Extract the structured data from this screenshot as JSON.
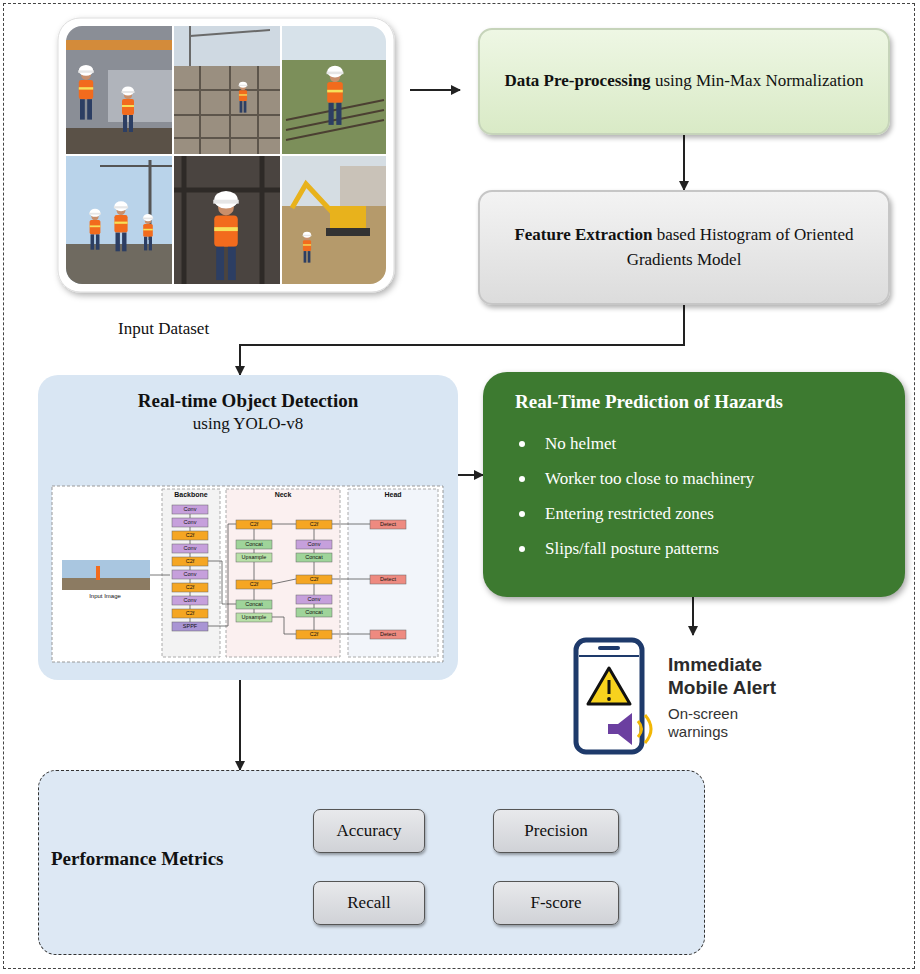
{
  "diagram": {
    "nodes": [
      {
        "text": [
          "Data Pre-processing",
          "using Min-Max Normalization"
        ]
      },
      {
        "text": [
          "Feature Extraction",
          "based Histogram of Oriented Gradients Model"
        ]
      },
      {
        "text": [
          "Real-time Object Detection",
          "using YOLO-v8"
        ]
      },
      {
        "text": [
          "Real-Time Prediction of Hazards",
          "No helmet",
          "Worker too close to machinery",
          "Entering restricted zones",
          "Slips/fall posture patterns"
        ]
      },
      {
        "text": [
          "Immediate Mobile Alert",
          "On-screen warnings"
        ]
      },
      {
        "text": [
          "Performance Metrics"
        ]
      },
      {
        "text": [
          "Accuracy"
        ],
        "in": 5
      },
      {
        "text": [
          "Precision"
        ],
        "in": 5
      },
      {
        "text": [
          "Recall"
        ],
        "in": 5
      },
      {
        "text": [
          "F-score"
        ],
        "in": 5
      }
    ],
    "edges": [
      {
        "from": 0,
        "to": 1,
        "arrow": "to"
      },
      {
        "from": 1,
        "to": 2,
        "arrow": "to"
      },
      {
        "from": 2,
        "to": 3,
        "arrow": "to"
      },
      {
        "from": 3,
        "to": 4,
        "arrow": "to"
      },
      {
        "from": 2,
        "to": 5,
        "arrow": "to"
      }
    ],
    "labels": [
      "Input Dataset",
      "Backbone",
      "Neck",
      "Head",
      "Input Image",
      "Conv",
      "Conv",
      "C2f",
      "Conv",
      "C2f",
      "Conv",
      "C2f",
      "Conv",
      "C2f",
      "SPPF",
      "C2f",
      "Concat",
      "Upsample",
      "C2f",
      "Concat",
      "Upsample",
      "C2f",
      "Conv",
      "Concat",
      "C2f",
      "Conv",
      "Concat",
      "C2f",
      "Detect",
      "Detect",
      "Detect"
    ]
  }
}
